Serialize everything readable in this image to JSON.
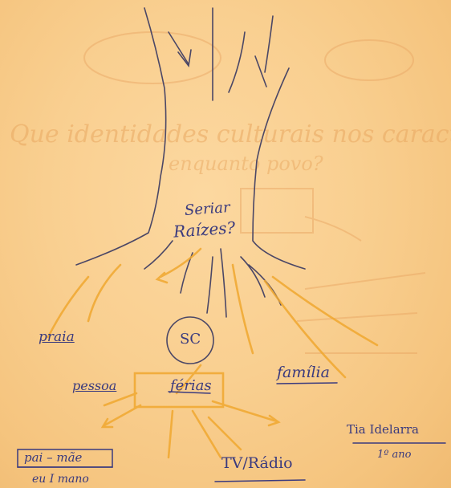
{
  "center": {
    "line1": "Seriar",
    "line2": "Raízes?"
  },
  "circle_label": "SC",
  "labels": {
    "praia": "praia",
    "pessoa": "pessoa",
    "ferias": "férias",
    "familia": "família",
    "tia": "Tia Idelarra",
    "ano": "1º ano",
    "pai_mae": "pai – mãe",
    "eu_mano": "eu  I  mano",
    "tv_radio": "TV/Rádio"
  },
  "background_faint_text": {
    "question_line1": "Que identidades culturais nos caracterizam",
    "question_line2": "enquanto povo?"
  },
  "colors": {
    "paper": "#f9cf90",
    "ink": "#3a3a7e",
    "pencil": "#4b4766",
    "highlighter": "#f0a830"
  }
}
